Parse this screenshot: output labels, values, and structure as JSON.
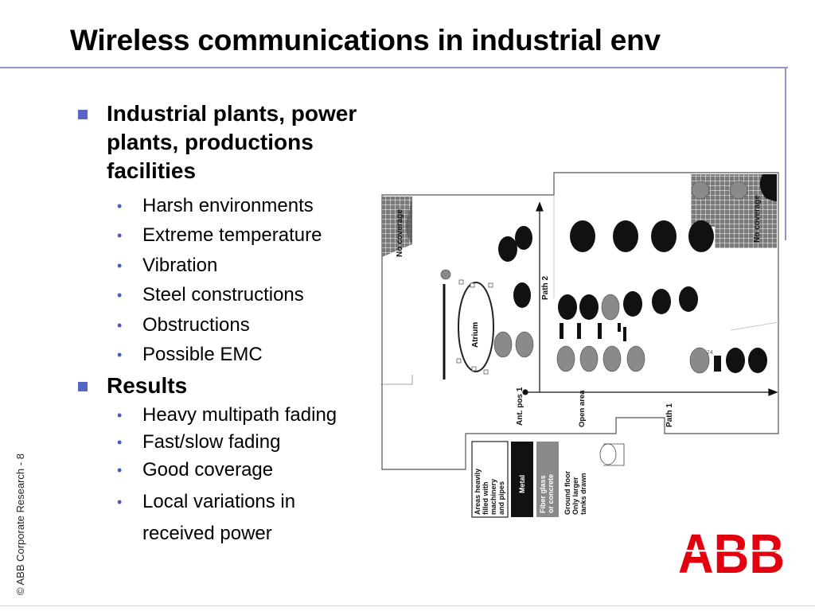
{
  "slide": {
    "title": "Wireless communications in industrial env",
    "copyright": "© ABB Corporate Research - 8",
    "logo_text": "ABB",
    "accent_color": "#5566c5",
    "logo_color": "#e2000f"
  },
  "bullets": [
    {
      "text": "Industrial plants, power plants, productions facilities",
      "lines": [
        "Industrial plants, power",
        "plants, productions",
        "facilities"
      ],
      "sub": [
        "Harsh environments",
        "Extreme temperature",
        "Vibration",
        "Steel constructions",
        "Obstructions",
        "Possible EMC"
      ]
    },
    {
      "text": "Results",
      "lines": [
        "Results"
      ],
      "sub": [
        "Heavy multipath fading",
        "Fast/slow fading",
        "Good coverage",
        "Local variations in",
        "received power"
      ]
    }
  ],
  "diagram": {
    "labels": {
      "no_coverage_left": "No coverage",
      "no_coverage_right": "No coverage",
      "atrium": "Atrium",
      "path2": "Path 2",
      "path1": "Path 1",
      "ant_pos": "Ant. pos 1",
      "open_area": "Open area",
      "num24": "24"
    },
    "legend": [
      {
        "lines": [
          "Areas heavily",
          "filled with",
          "machinery",
          "and pipes"
        ],
        "swatch": "white"
      },
      {
        "lines": [
          "Metal"
        ],
        "swatch": "black"
      },
      {
        "lines": [
          "Fiber glass",
          "or concrete"
        ],
        "swatch": "gray"
      },
      {
        "lines": [
          "Ground floor",
          "Only larger",
          "tanks drawn"
        ],
        "swatch": "none"
      }
    ]
  }
}
